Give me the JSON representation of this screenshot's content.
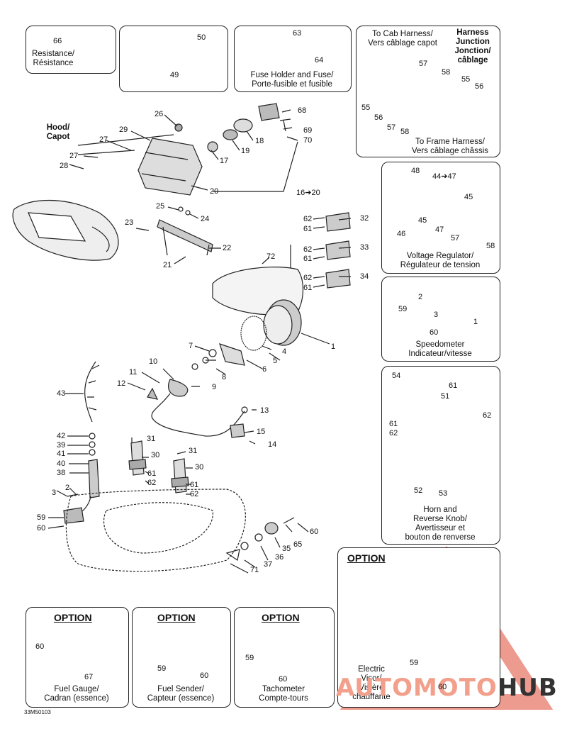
{
  "boxes": {
    "resistance": "Resistance/\nRésistance",
    "fuse": "Fuse Holder and Fuse/\nPorte-fusible et fusible",
    "to_cab": "To Cab Harness/\nVers câblage capot",
    "harness_junction": "Harness\nJunction\nJonction/\ncâblage",
    "to_frame": "To Frame Harness/\nVers câblage châssis",
    "voltage_regulator": "Voltage Regulator/\nRégulateur de tension",
    "speedometer": "Speedometer\nIndicateur/vitesse",
    "horn": "Horn and\nReverse Knob/\nAvertisseur et\nbouton de renverse",
    "fuel_gauge": "Fuel Gauge/\nCadran (essence)",
    "fuel_sender": "Fuel Sender/\nCapteur (essence)",
    "tachometer": "Tachometer\nCompte-tours",
    "electric_visor": "Electric\nVisor/\nVisière\nchauffante"
  },
  "hood_label": "Hood/\nCapot",
  "option_label": "OPTION",
  "figure_code": "33M50103",
  "watermark": {
    "part1": "AUTOMOTO",
    "part2": "HUB",
    "color_main": "#f2a08c",
    "color_accent": "#e06050"
  },
  "callouts": {
    "c66": "66",
    "c50": "50",
    "c49": "49",
    "c63": "63",
    "c64": "64",
    "c57a": "57",
    "c58a": "58",
    "c55a": "55",
    "c56a": "56",
    "c55b": "55",
    "c56b": "56",
    "c57b": "57",
    "c58b": "58",
    "c26": "26",
    "c29": "29",
    "c27a": "27",
    "c27b": "27",
    "c28": "28",
    "c17": "17",
    "c19": "19",
    "c18": "18",
    "c20": "20",
    "c68": "68",
    "c69": "69",
    "c70": "70",
    "c16_20": "16➔20",
    "c48": "48",
    "c44_47": "44➔47",
    "c45a": "45",
    "c45b": "45",
    "c46": "46",
    "c47": "47",
    "c57c": "57",
    "c58c": "58",
    "c25": "25",
    "c24": "24",
    "c23": "23",
    "c22": "22",
    "c21": "21",
    "c62a": "62",
    "c61a": "61",
    "c32": "32",
    "c62b": "62",
    "c33": "33",
    "c61b": "61",
    "c62c": "62",
    "c34": "34",
    "c61c": "61",
    "c72": "72",
    "c1": "1",
    "c2a": "2",
    "c3a": "3",
    "c59a": "59",
    "c60a": "60",
    "c1b": "1",
    "c7": "7",
    "c5": "5",
    "c4": "4",
    "c10": "10",
    "c8": "8",
    "c6": "6",
    "c11": "11",
    "c9": "9",
    "c12": "12",
    "c54": "54",
    "c61d": "61",
    "c51": "51",
    "c62d": "62",
    "c61e": "61",
    "c62e": "62",
    "c52": "52",
    "c53": "53",
    "c43": "43",
    "c13": "13",
    "c15": "15",
    "c14": "14",
    "c42": "42",
    "c39": "39",
    "c41": "41",
    "c40": "40",
    "c38": "38",
    "c31a": "31",
    "c30a": "30",
    "c61f": "61",
    "c62f": "62",
    "c31b": "31",
    "c30b": "30",
    "c61g": "61",
    "c62g": "62",
    "c3b": "3",
    "c2b": "2",
    "c59b": "59",
    "c60b": "60",
    "c60c": "60",
    "c65": "65",
    "c35": "35",
    "c36": "36",
    "c37": "37",
    "c71": "71",
    "c60d": "60",
    "c67": "67",
    "c59c": "59",
    "c60e": "60",
    "c59d": "59",
    "c60f": "60",
    "c59e": "59",
    "c60g": "60"
  }
}
